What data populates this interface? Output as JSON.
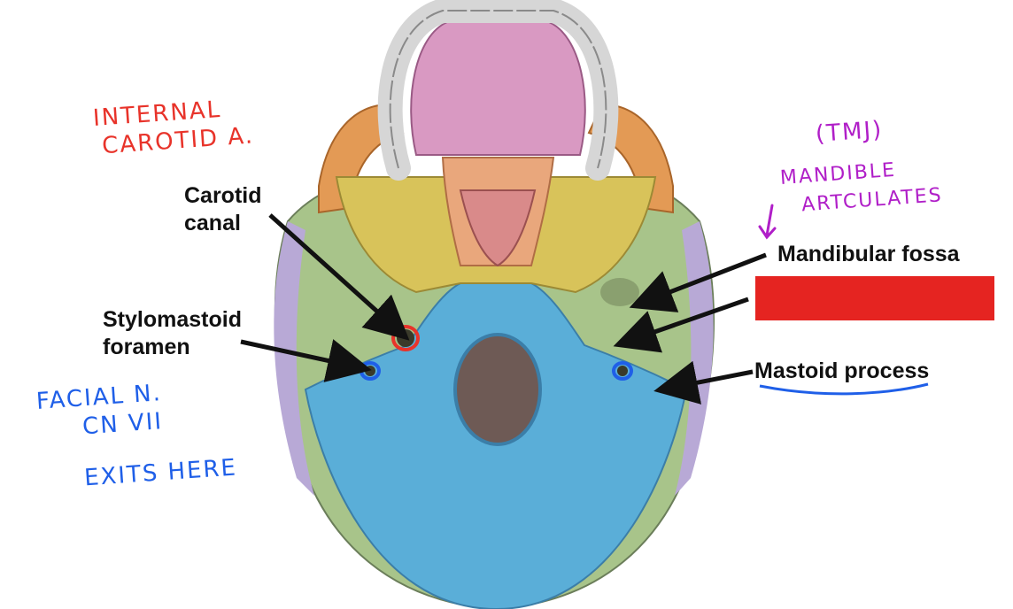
{
  "labels": {
    "carotid_canal": [
      "Carotid",
      "canal"
    ],
    "stylomastoid_foramen": [
      "Stylomastoid",
      "foramen"
    ],
    "mandibular_fossa": "Mandibular fossa",
    "mastoid_process": "Mastoid process"
  },
  "notes": {
    "internal_carotid": [
      "INTERNAL",
      "CAROTID A."
    ],
    "tmj": "(TMJ)",
    "mandible_articulates": [
      "MANDIBLE",
      "ARTCULATES"
    ],
    "facial_nerve": [
      "FACIAL N.",
      "CN VII",
      "EXITS HERE"
    ]
  },
  "colors": {
    "note_red": "#e8332a",
    "note_purple": "#b01fc8",
    "note_blue": "#1f5fe8",
    "redacted_box": "#e52421",
    "occipital": "#5aaed8",
    "temporal": "#a8c48a",
    "sphenoid": "#d8c35a",
    "maxilla": "#d999c2",
    "palatine": "#e9a77c",
    "zygomatic": "#e39a55"
  }
}
